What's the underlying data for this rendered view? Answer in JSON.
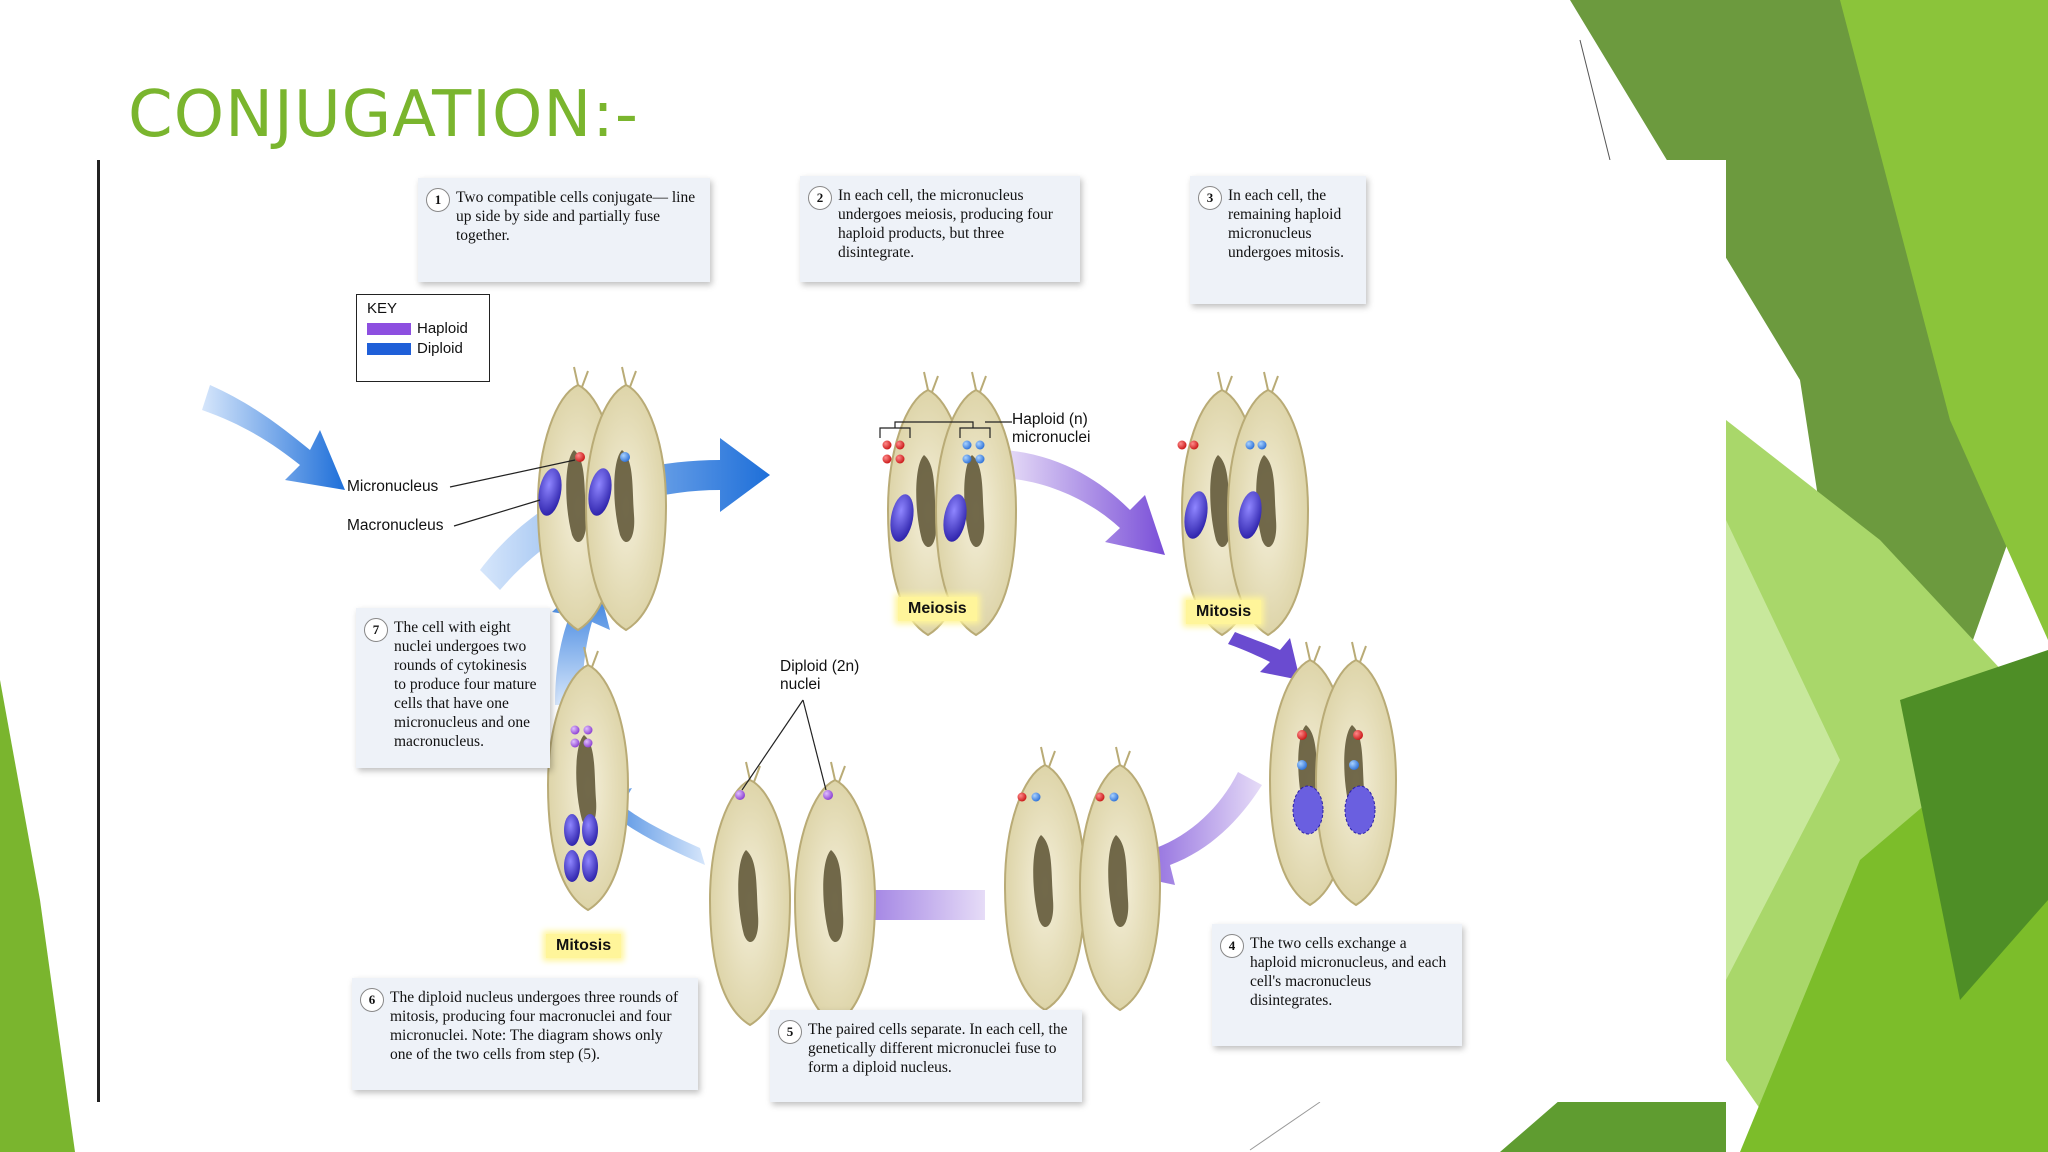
{
  "slide": {
    "title": "CONJUGATION:-"
  },
  "colors": {
    "accent_green": "#7ab52e",
    "haploid": "#8d4fe0",
    "diploid": "#1f5fd8",
    "phase_highlight": "#fff59a"
  },
  "key": {
    "title": "KEY",
    "items": [
      {
        "label": "Haploid",
        "color": "#8d4fe0"
      },
      {
        "label": "Diploid",
        "color": "#1f5fd8"
      }
    ]
  },
  "steps": [
    {
      "number": "1",
      "text": "Two compatible cells conjugate— line up side by side and partially fuse together."
    },
    {
      "number": "2",
      "text": "In each cell, the micronucleus undergoes meiosis, producing four haploid products, but three disintegrate."
    },
    {
      "number": "3",
      "text": "In each cell, the remaining haploid micronucleus undergoes mitosis."
    },
    {
      "number": "4",
      "text": "The two cells exchange a haploid micronucleus, and each cell's macronucleus disintegrates."
    },
    {
      "number": "5",
      "text": "The paired cells separate. In each cell, the genetically different micronuclei fuse to form a diploid nucleus."
    },
    {
      "number": "6",
      "text": "The diploid nucleus undergoes three rounds of mitosis, producing four macronuclei and four micronuclei. Note: The diagram shows only one of the two cells from step (5)."
    },
    {
      "number": "7",
      "text": "The cell with eight nuclei undergoes two rounds of cytokinesis to produce four mature cells that have one micronucleus and one macronucleus."
    }
  ],
  "phases": {
    "meiosis": "Meiosis",
    "mitosis_top": "Mitosis",
    "mitosis_bottom": "Mitosis"
  },
  "callouts": {
    "micronucleus": "Micronucleus",
    "macronucleus": "Macronucleus",
    "haploid_line1": "Haploid (n)",
    "haploid_line2": "micronuclei",
    "diploid_line1": "Diploid (2n)",
    "diploid_line2": "nuclei"
  }
}
